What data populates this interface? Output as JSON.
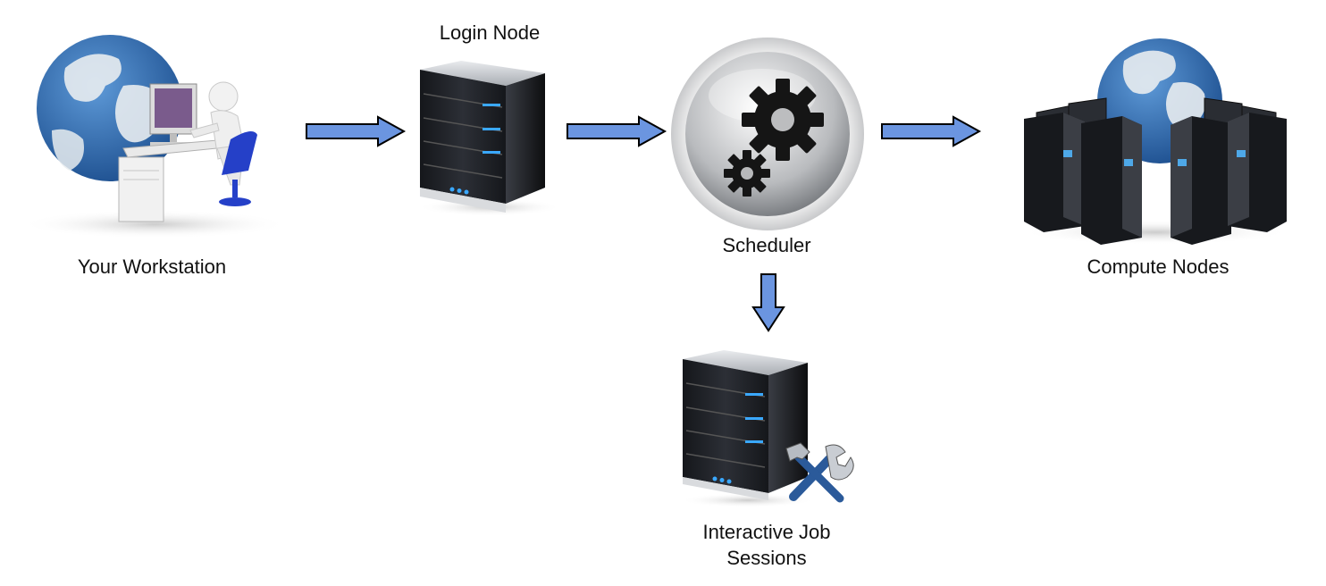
{
  "nodes": {
    "workstation": {
      "label": "Your Workstation"
    },
    "login": {
      "label": "Login Node"
    },
    "scheduler": {
      "label": "Scheduler"
    },
    "compute": {
      "label": "Compute Nodes"
    },
    "interactive": {
      "label_line1": "Interactive Job",
      "label_line2": "Sessions"
    }
  },
  "edges": [
    {
      "from": "workstation",
      "to": "login",
      "direction": "right"
    },
    {
      "from": "login",
      "to": "scheduler",
      "direction": "right"
    },
    {
      "from": "scheduler",
      "to": "compute",
      "direction": "right"
    },
    {
      "from": "scheduler",
      "to": "interactive",
      "direction": "down"
    }
  ],
  "colors": {
    "arrow_fill": "#6b95e0",
    "arrow_stroke": "#000000",
    "globe_ocean": "#2f6fb3",
    "globe_land": "#e8ecef",
    "server_body": "#1f2126",
    "server_light": "#3aa8ff"
  }
}
